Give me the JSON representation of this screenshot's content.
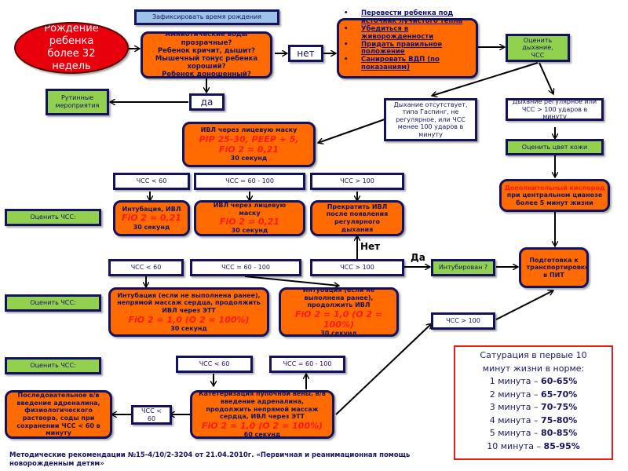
{
  "start": {
    "label": "Рождение ребенка более 32 недель"
  },
  "record_time": "Зафиксировать время рождения",
  "questions": [
    "Амниотические воды прозрачные?",
    "Ребенок кричит, дышит?",
    "Мышечный тонус ребенка хороший?",
    "Ребенок доношенный?"
  ],
  "answer_no": "нет",
  "answer_yes": "да",
  "routine": "Рутинные мероприятия",
  "initial_steps": [
    "Перевести ребенка под источник лучистого тепла",
    "Убедиться в живорожденности",
    "Придать правильное положение",
    "Санировать ВДП (по показаниям)"
  ],
  "assess_breathing": "Оценить дыхание, ЧСС",
  "breathing_absent": "Дыхание отсутствует, типа Гаспинг, не регулярное, или ЧСС менее 100 ударов в минуту",
  "breathing_regular": "Дыхание регулярное или ЧСС > 100 ударов в минуту",
  "assess_skin": "Оценить цвет кожи",
  "oxygen": {
    "red": "Дополнительный кислород",
    "rest": " при центральном цианозе более 5 минут жизни"
  },
  "mask_ventilation": {
    "title": "ИВЛ через лицевую маску",
    "params": "PIP 25-30, PEEP + 5,",
    "fio2": "FiO 2 = 0,21",
    "duration": "30 секунд"
  },
  "assess_hr": "Оценить ЧСС:",
  "hr_labels": {
    "lt60": "ЧСС < 60",
    "60_100": "ЧСС = 60 - 100",
    "gt100": "ЧСС > 100",
    "lt60_split": "ЧСС < 60"
  },
  "level1": {
    "intubation": {
      "title": "Интубация, ИВЛ",
      "fio2": "FiO 2 = 0,21",
      "duration": "30 секунд"
    },
    "mask": {
      "title": "ИВЛ через лицевую маску",
      "fio2": "FiO 2 = 0,21",
      "duration": "30 секунд"
    },
    "stop": "Прекратить ИВЛ после появления регулярного дыхания"
  },
  "branch_no": "Нет",
  "branch_yes": "Да",
  "intubated_q": "Интубирован ?",
  "transport": "Подготовка к транспортировке в ПИТ",
  "level2": {
    "massage": {
      "title": "Интубация (если не выполнена ранее), непрямой массаж сердца, продолжить ИВЛ через ЭТТ",
      "fio2": "FiO 2 = 1,0 (O 2 = 100%)",
      "duration": "30 секунд"
    },
    "continue": {
      "title": "Интубация (если не выполнена ранее), продолжить ИВЛ",
      "fio2": "FiO 2 = 1,0 (O 2 = 100%)",
      "duration": "30 секунд"
    }
  },
  "level3": {
    "catheter": {
      "title": "Катетеризация пупочной вены, в/в введение адреналина, продолжить непрямой массаж сердца, ИВЛ через ЭТТ",
      "fio2": "FiO 2 = 1,0 (O 2 = 100%)",
      "duration": "60 секунд"
    },
    "sequential": "Последовательное в/в введение адреналина, физиологического раствора, соды при сохранении ЧСС < 60 в минуту"
  },
  "saturation": {
    "title": "Сатурация в первые 10 минут жизни в норме:",
    "rows": [
      {
        "label": "1 минута – ",
        "value": "60-65%"
      },
      {
        "label": "2 минута – ",
        "value": "65-70%"
      },
      {
        "label": "3 минута – ",
        "value": "70-75%"
      },
      {
        "label": "4 минута – ",
        "value": "75-80%"
      },
      {
        "label": "5 минута – ",
        "value": "80-85%"
      },
      {
        "label": "10 минута – ",
        "value": "85-95%"
      }
    ]
  },
  "footer": "Методические рекомендации №15-4/10/2-3204 от 21.04.2010г. «Первичная и реанимационная помощь новорожденным детям»"
}
